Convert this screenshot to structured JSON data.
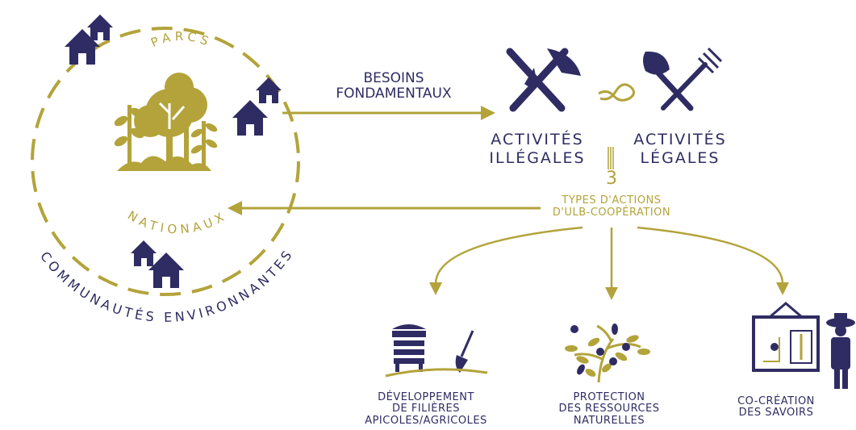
{
  "colors": {
    "navy": "#2f2c63",
    "gold": "#b3a33a"
  },
  "park": {
    "label_top": "PARCS",
    "label_bottom": "NATIONAUX"
  },
  "community": {
    "label": "COMMUNAUTÉS ENVIRONNANTES"
  },
  "needs": {
    "line1": "BESOINS",
    "line2": "FONDAMENTAUX"
  },
  "illegal": {
    "line1": "ACTIVITÉS",
    "line2": "ILLÉGALES"
  },
  "legal": {
    "line1": "ACTIVITÉS",
    "line2": "LÉGALES"
  },
  "actions": {
    "count": "3",
    "line1": "TYPES D'ACTIONS",
    "line2": "D'ULB-COOPÉRATION"
  },
  "outcomes": [
    {
      "line1": "DÉVELOPPEMENT",
      "line2": "DE FILIÈRES",
      "line3": "APICOLES/AGRICOLES",
      "icon": "beehive-shovel-icon"
    },
    {
      "line1": "PROTECTION",
      "line2": "DES RESSOURCES",
      "line3": "NATURELLES",
      "icon": "flowering-branch-bees-icon"
    },
    {
      "line1": "CO-CRÉATION",
      "line2": "DES SAVOIRS",
      "icon": "board-farmer-icon"
    }
  ]
}
